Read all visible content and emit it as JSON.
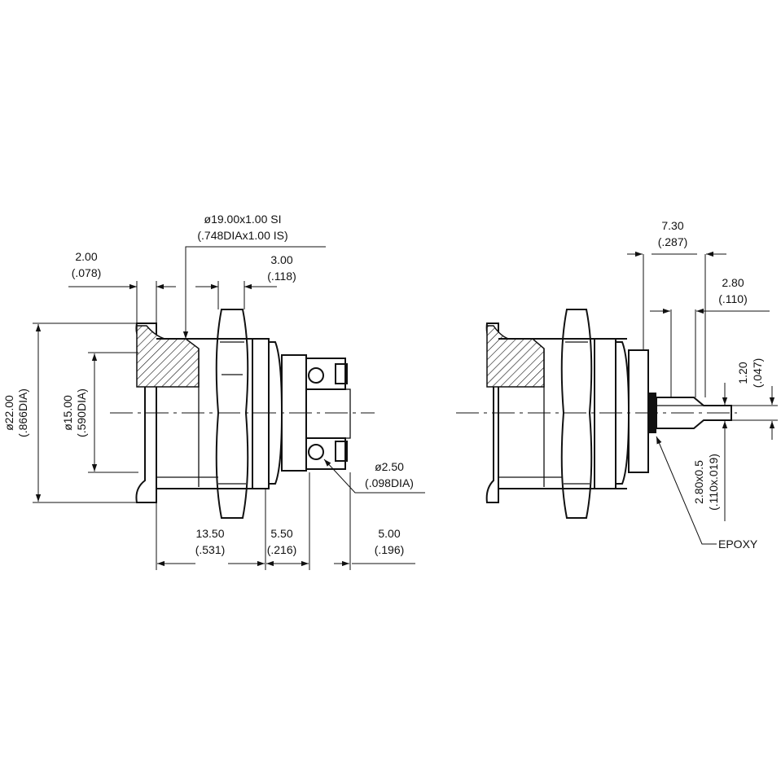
{
  "colors": {
    "ink": "#111111",
    "background": "#ffffff"
  },
  "dims": {
    "thread": {
      "metric": "ø19.00x1.00 SI",
      "imperial": "(.748DIAx1.00 IS)"
    },
    "flange_thick": {
      "metric": "2.00",
      "imperial": "(.078)"
    },
    "nut_thick": {
      "metric": "3.00",
      "imperial": "(.118)"
    },
    "outer_dia": {
      "metric": "ø22.00",
      "imperial": "(.866DIA)"
    },
    "inner_dia": {
      "metric": "ø15.00",
      "imperial": "(.590DIA)"
    },
    "body_len": {
      "metric": "13.50",
      "imperial": "(.531)"
    },
    "terminal_len": {
      "metric": "5.50",
      "imperial": "(.216)"
    },
    "term_ext": {
      "metric": "5.00",
      "imperial": "(.196)"
    },
    "hole_dia": {
      "metric": "ø2.50",
      "imperial": "(.098DIA)"
    },
    "side_len": {
      "metric": "7.30",
      "imperial": "(.287)"
    },
    "pin_len": {
      "metric": "2.80",
      "imperial": "(.110)"
    },
    "pin_thick": {
      "metric": "1.20",
      "imperial": "(.047)"
    },
    "pin_width": {
      "metric": "2.80x0.5",
      "imperial": "(.110x.019)"
    }
  },
  "labels": {
    "epoxy": "EPOXY"
  }
}
